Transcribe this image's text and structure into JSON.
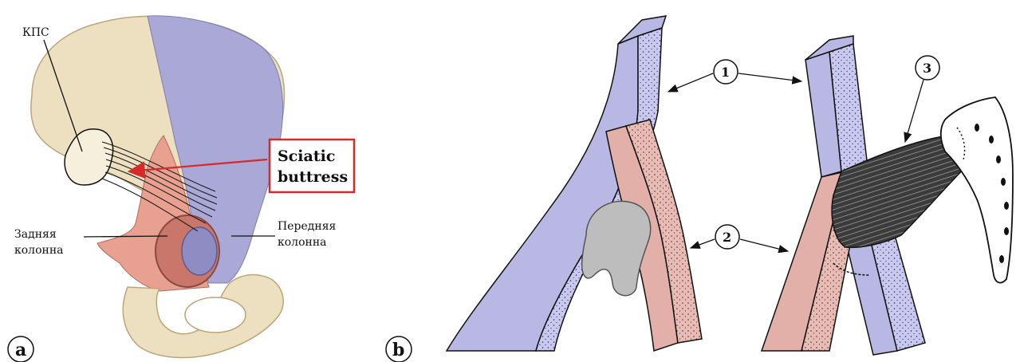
{
  "panel_a": {
    "letter": "a",
    "labels": {
      "kps": "КПС",
      "posterior_line1": "Задняя",
      "posterior_line2": "колонна",
      "anterior_line1": "Передняя",
      "anterior_line2": "колонна",
      "sciatic_line1": "Sciatic",
      "sciatic_line2": "buttress"
    },
    "colors": {
      "bone": "#ede0c0",
      "anterior_column": "#a9a8d6",
      "posterior_column": "#e8a090",
      "callout": "#d62a2a"
    }
  },
  "panel_b": {
    "letter": "b",
    "markers": [
      "1",
      "2",
      "3"
    ],
    "colors": {
      "column_blue": "#b9b8e4",
      "column_pink": "#e2b0a8",
      "head_gray": "#bdbdbd",
      "ligament": "#3a3a3a"
    }
  }
}
